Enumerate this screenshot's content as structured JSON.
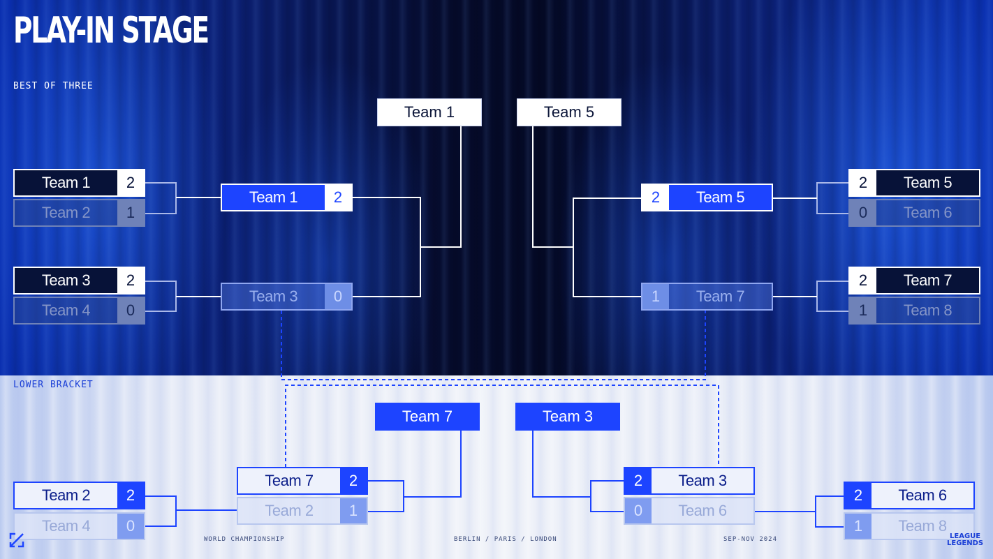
{
  "header": {
    "title": "PLAY-IN STAGE",
    "format": "BEST OF THREE"
  },
  "lower_bracket_label": "LOWER BRACKET",
  "upper": {
    "left": {
      "match1": [
        {
          "team": "Team 1",
          "score": "2"
        },
        {
          "team": "Team 2",
          "score": "1"
        }
      ],
      "match2": [
        {
          "team": "Team 3",
          "score": "2"
        },
        {
          "team": "Team 4",
          "score": "0"
        }
      ],
      "final": [
        {
          "team": "Team 1",
          "score": "2"
        },
        {
          "team": "Team 3",
          "score": "0"
        }
      ],
      "qualified": "Team 1"
    },
    "right": {
      "match1": [
        {
          "team": "Team 5",
          "score": "2"
        },
        {
          "team": "Team 6",
          "score": "0"
        }
      ],
      "match2": [
        {
          "team": "Team 7",
          "score": "2"
        },
        {
          "team": "Team 8",
          "score": "1"
        }
      ],
      "final": [
        {
          "team": "Team 5",
          "score": "2"
        },
        {
          "team": "Team 7",
          "score": "1"
        }
      ],
      "qualified": "Team 5"
    }
  },
  "lower": {
    "left": {
      "opening": [
        {
          "team": "Team 2",
          "score": "2"
        },
        {
          "team": "Team 4",
          "score": "0"
        }
      ],
      "final": [
        {
          "team": "Team 7",
          "score": "2"
        },
        {
          "team": "Team 2",
          "score": "1"
        }
      ],
      "qualified": "Team 7"
    },
    "right": {
      "opening": [
        {
          "team": "Team 6",
          "score": "2"
        },
        {
          "team": "Team 8",
          "score": "1"
        }
      ],
      "final": [
        {
          "team": "Team 3",
          "score": "2"
        },
        {
          "team": "Team 6",
          "score": "0"
        }
      ],
      "qualified": "Team 3"
    }
  },
  "footer": {
    "event": "WORLD CHAMPIONSHIP",
    "cities": "BERLIN / PARIS / LONDON",
    "dates": "SEP-NOV 2024",
    "logo_line1": "LEAGUE",
    "logo_line2": "LEGENDS"
  },
  "colors": {
    "accent": "#1d44ff",
    "upper_background": "#050b2c",
    "lower_background": "#eef1f8"
  },
  "icons": {
    "expand": "expand-icon"
  }
}
